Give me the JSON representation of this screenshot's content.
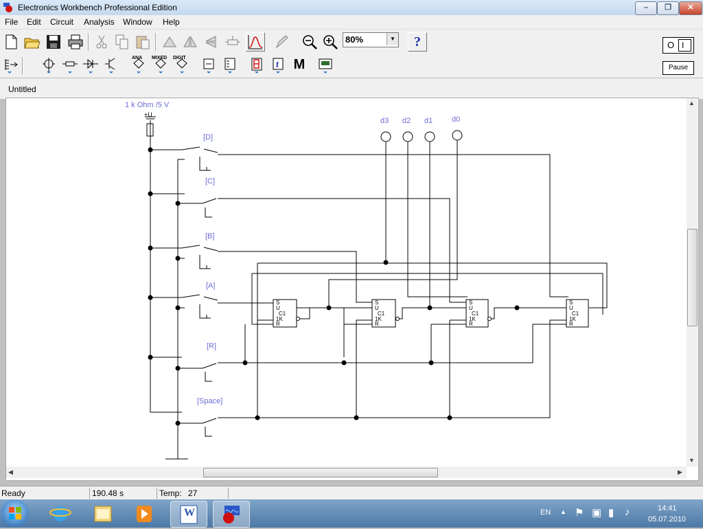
{
  "window": {
    "title": "Electronics Workbench Professional Edition",
    "controls": {
      "minimize": "–",
      "maximize": "❐",
      "close": "✕"
    }
  },
  "menu": [
    "File",
    "Edit",
    "Circuit",
    "Analysis",
    "Window",
    "Help"
  ],
  "toolbar": {
    "zoom": "80%",
    "help_label": "?",
    "parts_bins": {
      "analog": "ANA",
      "mixed": "MIXED",
      "digital": "DIGIT",
      "ic_label": "M"
    },
    "power_switch": {
      "left": "O",
      "right": "I"
    },
    "pause_label": "Pause"
  },
  "document": {
    "title": "Untitled"
  },
  "circuit": {
    "supply_label": "1 k Ohm /5 V",
    "supply_symbol": "+U",
    "switch_labels": [
      "[D]",
      "[C]",
      "[B]",
      "[A]",
      "[R]",
      "[Space]"
    ],
    "probe_labels": [
      "d3",
      "d2",
      "d1",
      "d0"
    ],
    "flipflop_pins": [
      "S",
      "U",
      "C1",
      "1K",
      "R"
    ]
  },
  "status": {
    "state": "Ready",
    "time": "190.48 s",
    "temp_label": "Temp:",
    "temp_value": "27"
  },
  "taskbar": {
    "language": "EN",
    "clock_time": "14:41",
    "clock_date": "05.07.2010",
    "word_icon": "W"
  },
  "colors": {
    "wire": "#000000",
    "label": "#6b6bd6",
    "titlebar": "#c4d8ee",
    "close": "#c7432a"
  }
}
